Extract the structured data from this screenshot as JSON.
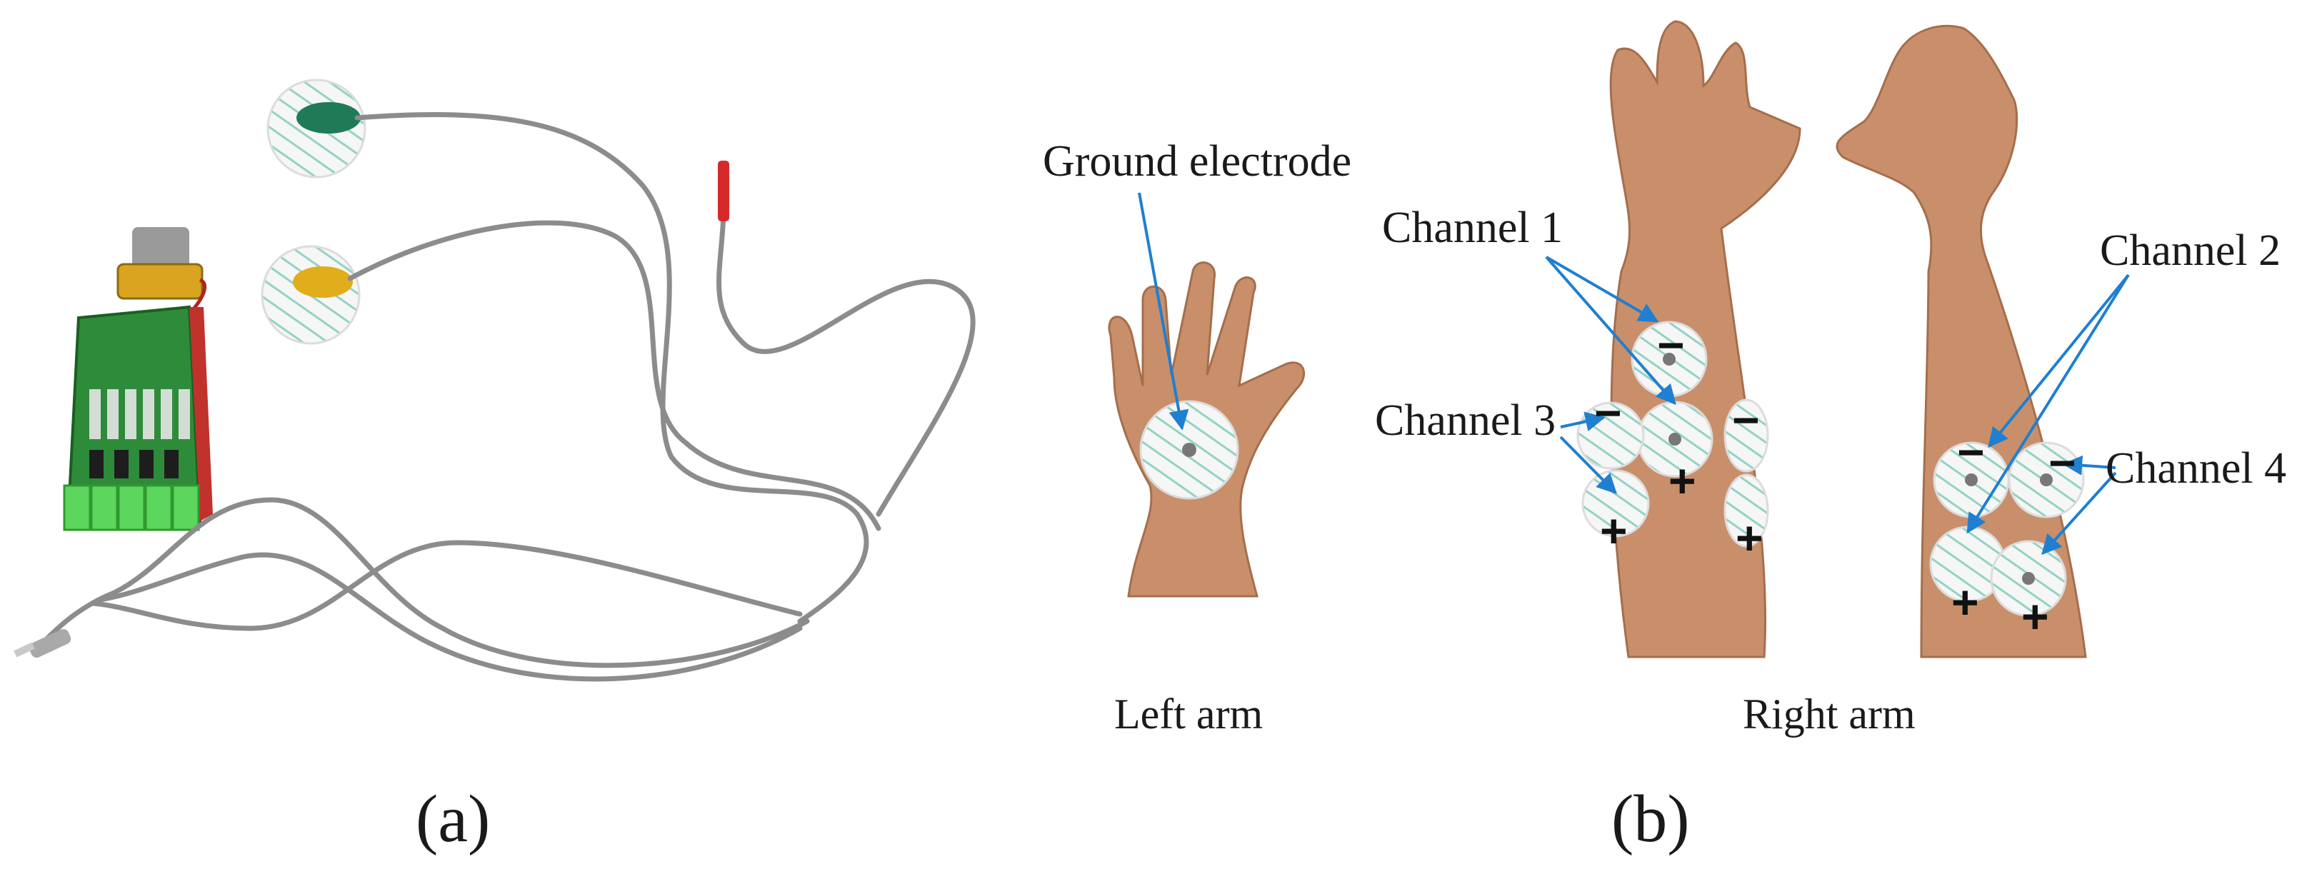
{
  "panels": {
    "a": {
      "label": "(a)"
    },
    "b": {
      "label": "(b)",
      "captions": {
        "left_arm": "Left arm",
        "right_arm": "Right arm"
      },
      "callouts": {
        "ground": "Ground electrode",
        "ch1": "Channel 1",
        "ch2": "Channel 2",
        "ch3": "Channel 3",
        "ch4": "Channel 4"
      },
      "polarity": {
        "minus": "−",
        "plus": "+"
      }
    }
  },
  "colors": {
    "arrow": "#1f7fd0",
    "cable": "#8c8c8c",
    "skin": "#c98f6a",
    "pcb": "#2e8b3a",
    "terminal": "#5cd65c",
    "plug_red": "#d62a2a",
    "clip_green": "#1f7a58",
    "clip_yellow": "#e0ae1a",
    "electrode": "#f6f6f6"
  }
}
